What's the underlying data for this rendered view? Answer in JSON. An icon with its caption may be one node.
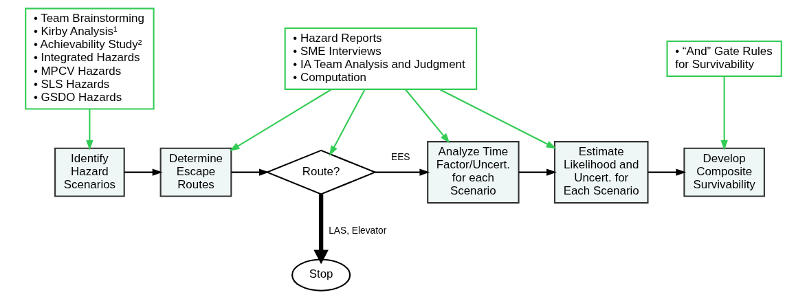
{
  "diagram": {
    "nodes": [
      {
        "text": [
          "• Team Brainstorming",
          "• Kirby Analysis¹",
          "• Achievability Study²",
          "• Integrated Hazards",
          "• MPCV Hazards",
          "• SLS Hazards",
          "• GSDO Hazards"
        ]
      },
      {
        "text": [
          "• Hazard Reports",
          "• SME Interviews",
          "• IA Team Analysis and Judgment",
          "• Computation"
        ]
      },
      {
        "text": [
          "• “And” Gate Rules for Survivability"
        ]
      },
      {
        "text": [
          "Identify Hazard Scenarios"
        ]
      },
      {
        "text": [
          "Determine Escape Routes"
        ]
      },
      {
        "text": [
          "Route?"
        ]
      },
      {
        "text": [
          "Analyze Time Factor/Uncert. for each Scenario"
        ]
      },
      {
        "text": [
          "Estimate Likelihood and Uncert. for Each Scenario"
        ]
      },
      {
        "text": [
          "Develop Composite Survivability"
        ]
      },
      {
        "text": [
          "Stop"
        ]
      }
    ],
    "edges": [
      {
        "from": 0,
        "to": 3,
        "arrow": "to",
        "color": "#33cc55"
      },
      {
        "from": 1,
        "to": 4,
        "arrow": "to",
        "color": "#33cc55"
      },
      {
        "from": 1,
        "to": 5,
        "arrow": "to",
        "color": "#33cc55"
      },
      {
        "from": 1,
        "to": 6,
        "arrow": "to",
        "color": "#33cc55"
      },
      {
        "from": 1,
        "to": 7,
        "arrow": "to",
        "color": "#33cc55"
      },
      {
        "from": 2,
        "to": 8,
        "arrow": "to",
        "color": "#33cc55"
      },
      {
        "from": 3,
        "to": 4,
        "arrow": "to",
        "color": "#000000"
      },
      {
        "from": 4,
        "to": 5,
        "arrow": "to",
        "color": "#000000"
      },
      {
        "from": 5,
        "to": 6,
        "arrow": "to",
        "label": "EES",
        "color": "#000000"
      },
      {
        "from": 6,
        "to": 7,
        "arrow": "to",
        "color": "#000000"
      },
      {
        "from": 7,
        "to": 8,
        "arrow": "to",
        "color": "#000000"
      },
      {
        "from": 5,
        "to": 9,
        "arrow": "to",
        "label": "LAS, Elevator",
        "style": "thick",
        "color": "#000000"
      }
    ]
  }
}
